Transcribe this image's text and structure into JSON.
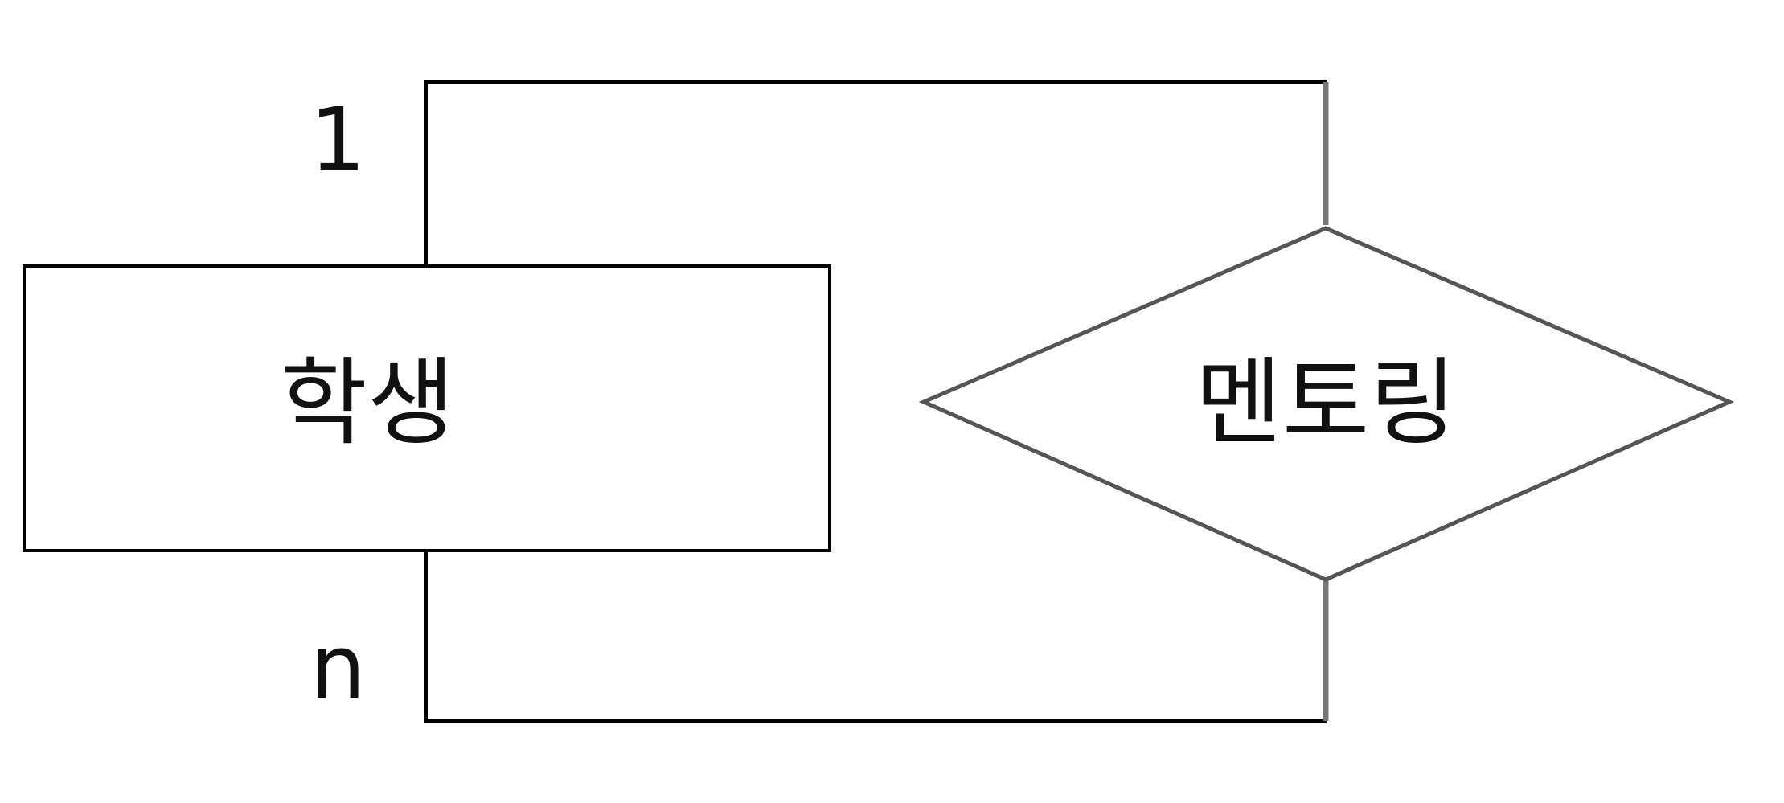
{
  "diagram": {
    "entity": {
      "label": "학생"
    },
    "relationship": {
      "label": "멘토링"
    },
    "cardinalities": {
      "top": "1",
      "bottom": "n"
    },
    "colors": {
      "line": "#000000",
      "connector": "#777777",
      "text": "#111111",
      "background": "#ffffff"
    }
  }
}
